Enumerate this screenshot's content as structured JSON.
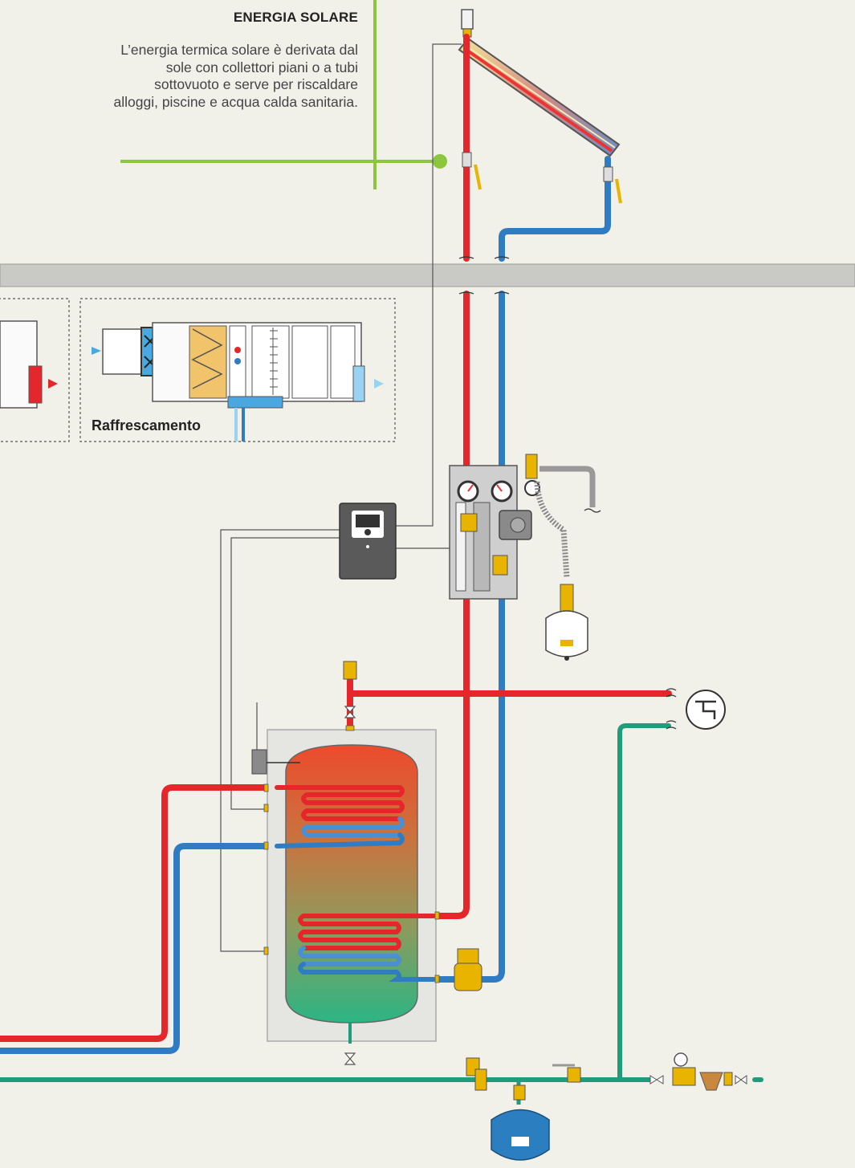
{
  "callout": {
    "title": "ENERGIA SOLARE",
    "body": "L’energia termica solare è derivata dal sole con collettori piani o a tubi sottovuoto e serve per riscaldare alloggi, piscine e acqua calda sanitaria."
  },
  "ahu": {
    "label": "Raffrescamento"
  },
  "colors": {
    "background": "#f1f0e9",
    "accent_green": "#8cc63f",
    "hot_pipe": "#e5262b",
    "cold_pipe": "#2f7cc3",
    "water_pipe": "#1f9c7c",
    "fitting_brass": "#e8b400",
    "band_gray": "#c9c9c6",
    "controller": "#5a5a5a",
    "expansion_vessel": "#2b7fc0"
  },
  "icons": [
    "solar-collector-icon",
    "faucet-icon",
    "gauge-icon",
    "pump-icon",
    "air-vent-icon",
    "ball-valve-icon",
    "fan-icon"
  ]
}
